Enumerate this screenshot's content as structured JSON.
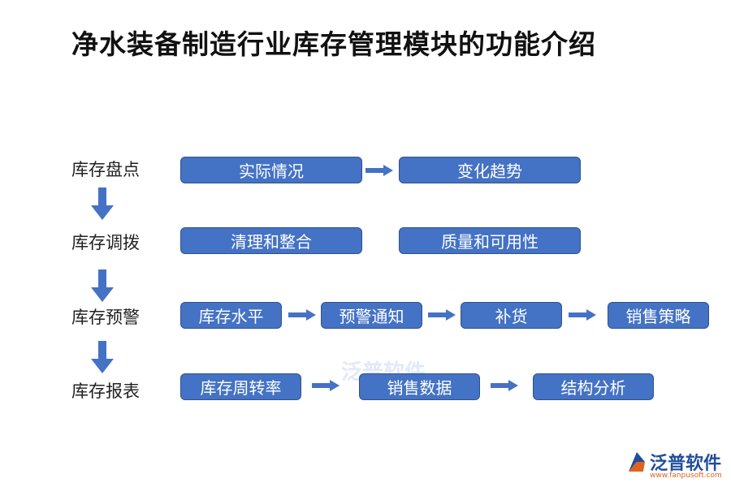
{
  "title": "净水装备制造行业库存管理模块的功能介绍",
  "stages": [
    {
      "label": "库存盘点",
      "items": [
        "实际情况",
        "变化趋势"
      ]
    },
    {
      "label": "库存调拨",
      "items": [
        "清理和整合",
        "质量和可用性"
      ]
    },
    {
      "label": "库存预警",
      "items": [
        "库存水平",
        "预警通知",
        "补货",
        "销售策略"
      ]
    },
    {
      "label": "库存报表",
      "items": [
        "库存周转率",
        "销售数据",
        "结构分析"
      ]
    }
  ],
  "watermark": "泛普软件",
  "logo": {
    "name": "泛普软件",
    "url": "www.fanpusoft.com"
  },
  "colors": {
    "box_fill": "#4472c4",
    "box_border": "#2f528f",
    "arrow": "#4472c4"
  }
}
